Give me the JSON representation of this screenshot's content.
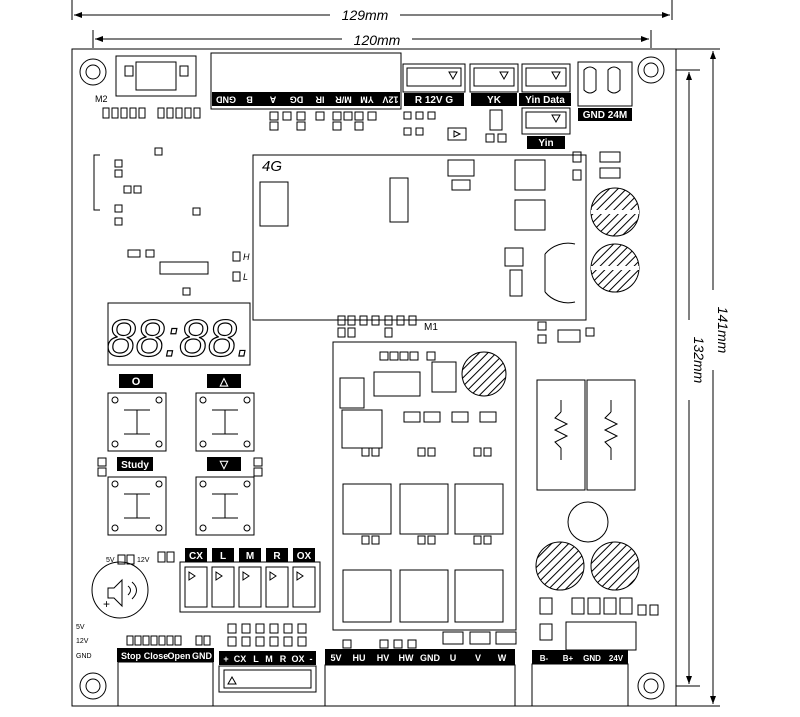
{
  "dimensions": {
    "overall_width": "129mm",
    "inner_width": "120mm",
    "overall_height": "141mm",
    "inner_height": "132mm"
  },
  "modules": {
    "m2": "M2",
    "m1": "M1",
    "g4": "4G"
  },
  "top_connector_labels": [
    "GND",
    "B",
    "A",
    "DG",
    "IR",
    "M/R",
    "YM",
    "12V"
  ],
  "top_right_labels": {
    "r12vg": "R 12V G",
    "yk": "YK",
    "yin_data": "Yin Data",
    "gnd24m": "GND 24M",
    "yin": "Yin"
  },
  "display": {
    "digits": "88:88."
  },
  "buttons": {
    "o": "O",
    "up": "△",
    "study": "Study",
    "down": "▽"
  },
  "side_small": {
    "h": "H",
    "l": "L"
  },
  "power_small": {
    "v5": "5V",
    "v12": "12V"
  },
  "left_volt_labels": [
    "5V",
    "12V",
    "GND"
  ],
  "relay_labels": [
    "CX",
    "L",
    "M",
    "R",
    "OX"
  ],
  "bottom_left_terminal": [
    "Stop",
    "Close",
    "Open",
    "GND"
  ],
  "bottom_mid_terminal": [
    "+",
    "CX",
    "L",
    "M",
    "R",
    "OX",
    "-"
  ],
  "bottom_motor_terminal": [
    "5V",
    "HU",
    "HV",
    "HW",
    "GND",
    "U",
    "V",
    "W"
  ],
  "bottom_right_terminal": [
    "B-",
    "B+",
    "GND",
    "24V"
  ],
  "icons": [
    "buzzer-icon",
    "mounting-hole-icon",
    "triangle-pin-icon"
  ]
}
